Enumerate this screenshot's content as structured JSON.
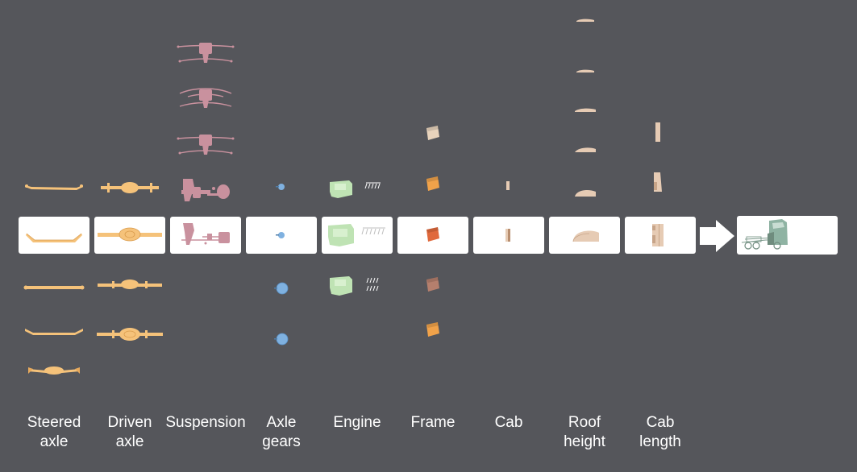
{
  "colors": {
    "background": "#55565b",
    "box": "#ffffff",
    "text": "#ffffff",
    "axle": "#f5c27a",
    "suspension": "#c9919e",
    "gear": "#7fb1e0",
    "engine": "#bfe3b4",
    "frame_light": "#e8d3bc",
    "frame_orange": "#f0a24a",
    "frame_red": "#e0693c",
    "frame_brown": "#b57f6d",
    "cab": "#e6cbb4",
    "truck": "#7d9a8c"
  },
  "columns": [
    {
      "id": "steered-axle",
      "label": [
        "Steered",
        "axle"
      ],
      "icon": "steered-axle-icon"
    },
    {
      "id": "driven-axle",
      "label": [
        "Driven",
        "axle"
      ],
      "icon": "driven-axle-icon"
    },
    {
      "id": "suspension",
      "label": [
        "Suspension"
      ],
      "icon": "suspension-icon"
    },
    {
      "id": "axle-gears",
      "label": [
        "Axle",
        "gears"
      ],
      "icon": "gear-icon"
    },
    {
      "id": "engine",
      "label": [
        "Engine"
      ],
      "icon": "engine-icon"
    },
    {
      "id": "frame",
      "label": [
        "Frame"
      ],
      "icon": "frame-icon"
    },
    {
      "id": "cab",
      "label": [
        "Cab"
      ],
      "icon": "cab-icon"
    },
    {
      "id": "roof-height",
      "label": [
        "Roof",
        "height"
      ],
      "icon": "roof-icon"
    },
    {
      "id": "cab-length",
      "label": [
        "Cab",
        "length"
      ],
      "icon": "cab-length-icon"
    }
  ],
  "result": {
    "icon": "truck-icon",
    "arrow_icon": "arrow-right-icon"
  }
}
